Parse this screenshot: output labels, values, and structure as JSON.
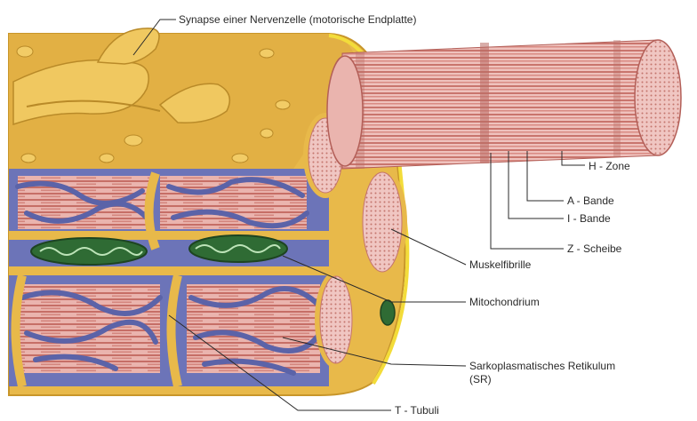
{
  "labels": {
    "synapse": "Synapse einer Nervenzelle (motorische Endplatte)",
    "h_zone": "H - Zone",
    "a_bande": "A - Bande",
    "i_bande": "I - Bande",
    "z_scheibe": "Z - Scheibe",
    "muskelfibrille": "Muskelfibrille",
    "mitochondrium": "Mitochondrium",
    "sr_line1": "Sarkoplasmatisches Retikulum",
    "sr_line2": "(SR)",
    "t_tubuli": "T - Tubuli"
  },
  "colors": {
    "sarcolemma": "#e8b94a",
    "sarcolemma_dark": "#c8962a",
    "membrane_edge": "#f3dc3a",
    "reticulum": "#6c74b8",
    "reticulum_dark": "#4f579a",
    "myofibril": "#e6a8a2",
    "myofibril_band": "#c46e66",
    "mitochondrion": "#2f6b34",
    "leader_line": "#2a2a2a"
  }
}
